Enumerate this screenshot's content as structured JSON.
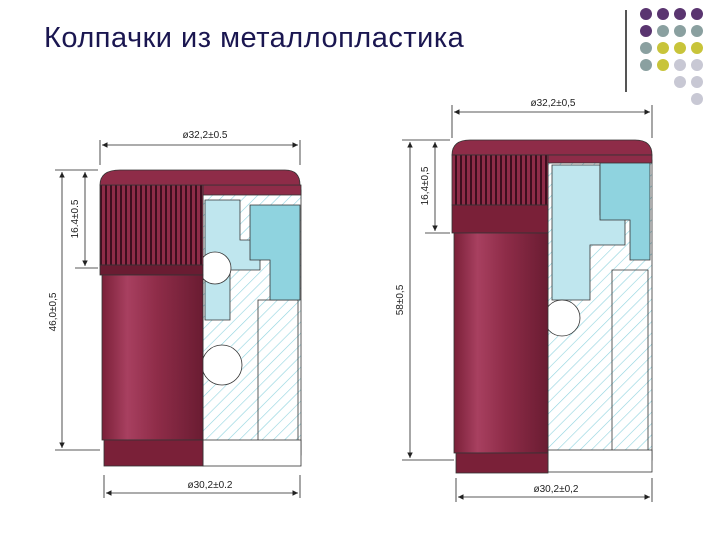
{
  "slide": {
    "title": "Колпачки из металлопластика"
  },
  "left_cap": {
    "top_diameter": "ø32,2±0.5",
    "bottom_diameter": "ø30,2±0.2",
    "height_top": "16.4±0.5",
    "height_total": "46,0±0,5"
  },
  "right_cap": {
    "top_diameter": "ø32,2±0,5",
    "bottom_diameter": "ø30,2±0,2",
    "height_top": "16,4±0,5",
    "height_total": "58±0,5"
  },
  "colors": {
    "metal": "#8e2c48",
    "metal_dark": "#5e1a2e",
    "plastic": "#8fd3df",
    "title": "#1a1650",
    "dot_purple": "#5a3570",
    "dot_teal": "#8aa0a0",
    "dot_yellow": "#c8c43a",
    "dot_grey": "#c8c8d4"
  }
}
